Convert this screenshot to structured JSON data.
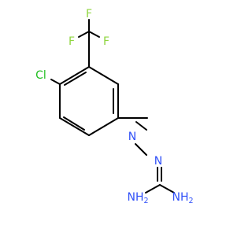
{
  "molecule": {
    "atoms": {
      "chlorine": {
        "text": "Cl",
        "color": "#1fbf1f"
      },
      "fluorine_top": {
        "text": "F",
        "color": "#8fd640"
      },
      "fluorine_left": {
        "text": "F",
        "color": "#8fd640"
      },
      "fluorine_right": {
        "text": "F",
        "color": "#8fd640"
      },
      "imine_n1": {
        "text": "N",
        "color": "#3050f8"
      },
      "imine_n2": {
        "text": "N",
        "color": "#3050f8"
      },
      "amine_left": {
        "text": "NH",
        "sub": "2",
        "color": "#3050f8"
      },
      "amine_right": {
        "text": "NH",
        "sub": "2",
        "color": "#3050f8"
      }
    },
    "bond_color": "#000000"
  }
}
